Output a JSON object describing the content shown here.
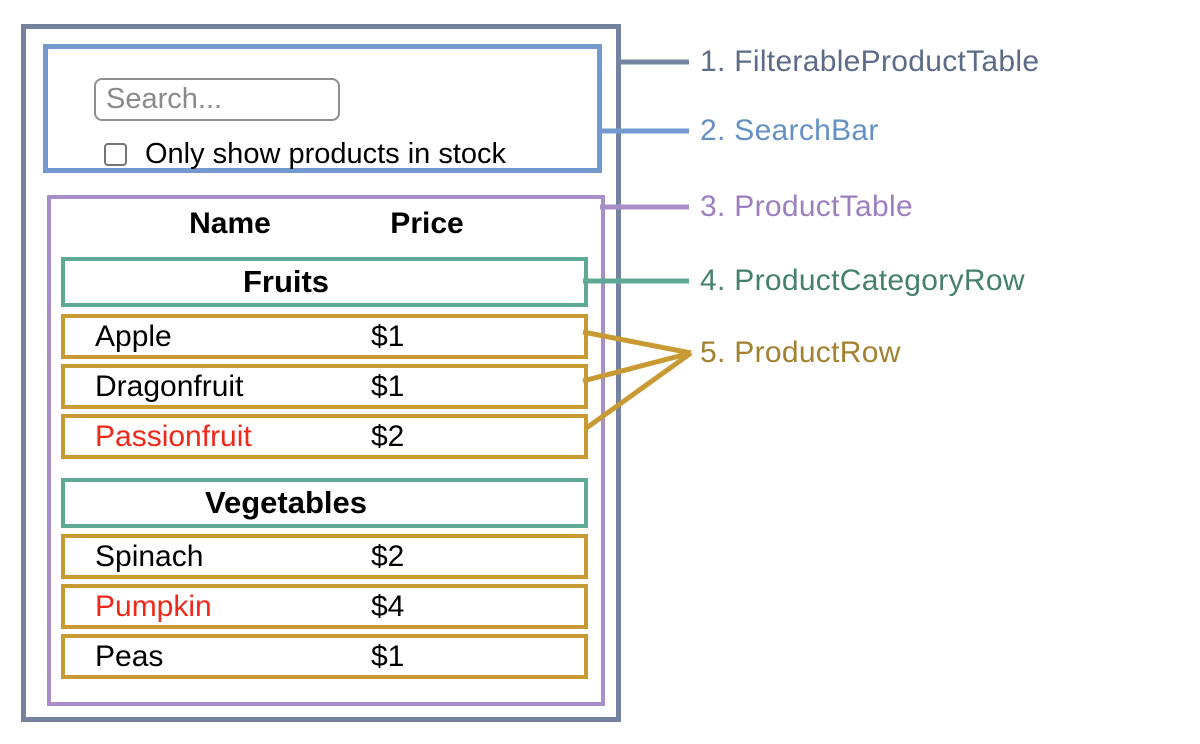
{
  "colors": {
    "slate": "#76839e",
    "slate_text": "#5c6b87",
    "blue": "#7399cf",
    "blue_text": "#6590c4",
    "purple": "#a98fc8",
    "purple_text": "#9d7fc0",
    "teal": "#5ea896",
    "teal_text": "#45806f",
    "gold": "#c79a33",
    "gold_text": "#a3812e",
    "out_of_stock": "#ee2919",
    "text": "#000000",
    "muted": "#8a8a8a"
  },
  "search_bar": {
    "placeholder": "Search...",
    "checkbox_label": "Only show products in stock",
    "checkbox_checked": false
  },
  "product_table": {
    "headers": {
      "name": "Name",
      "price": "Price"
    },
    "categories": [
      {
        "label": "Fruits",
        "products": [
          {
            "name": "Apple",
            "price": "$1"
          },
          {
            "name": "Dragonfruit",
            "price": "$1"
          },
          {
            "name": "Passionfruit",
            "price": "$2",
            "out_of_stock": true
          }
        ]
      },
      {
        "label": "Vegetables",
        "products": [
          {
            "name": "Spinach",
            "price": "$2"
          },
          {
            "name": "Pumpkin",
            "price": "$4",
            "out_of_stock": true
          },
          {
            "name": "Peas",
            "price": "$1"
          }
        ]
      }
    ]
  },
  "legend": [
    {
      "label": "1. FilterableProductTable"
    },
    {
      "label": "2. SearchBar"
    },
    {
      "label": "3. ProductTable"
    },
    {
      "label": "4. ProductCategoryRow"
    },
    {
      "label": "5. ProductRow"
    }
  ]
}
